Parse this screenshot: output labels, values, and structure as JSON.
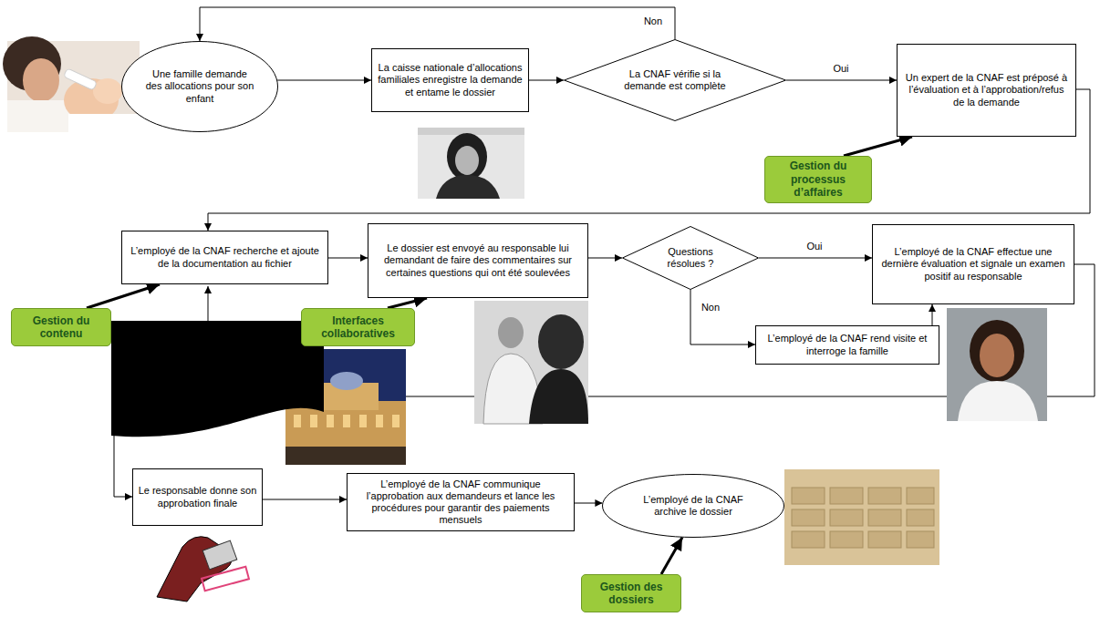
{
  "diagram": {
    "nodes": [
      {
        "text": [
          "Une famille demande des allocations pour son enfant"
        ]
      },
      {
        "text": [
          "La caisse nationale d’allocations familiales enregistre la demande et entame le dossier"
        ]
      },
      {
        "text": [
          "La CNAF vérifie si la demande est complète"
        ]
      },
      {
        "text": [
          "Un expert de la CNAF est préposé à l’évaluation et à l’approbation/refus de la demande"
        ]
      },
      {
        "text": [
          "Gestion du processus d’affaires"
        ]
      },
      {
        "text": [
          "L’employé de la CNAF recherche et ajoute de la documentation au fichier"
        ]
      },
      {
        "text": [
          "Le dossier est envoyé au responsable lui demandant de faire des commentaires sur certaines questions qui ont été soulevées"
        ]
      },
      {
        "text": [
          "Questions résolues ?"
        ]
      },
      {
        "text": [
          "L’employé de la CNAF effectue une dernière évaluation et signale un examen positif au responsable"
        ]
      },
      {
        "text": [
          "Gestion du contenu"
        ]
      },
      {
        "text": [
          "Interfaces collaboratives"
        ]
      },
      {
        "text": [
          "L’employé de la CNAF rend visite et interroge la famille"
        ]
      },
      {
        "text": [
          "Le responsable donne son approbation finale"
        ]
      },
      {
        "text": [
          "L’employé de la CNAF communique l’approbation aux demandeurs et lance les procédures pour garantir des paiements mensuels"
        ]
      },
      {
        "text": [
          "L’employé de la CNAF archive le dossier"
        ]
      },
      {
        "text": [
          "Gestion des dossiers"
        ]
      }
    ],
    "edges": [
      {
        "from": 0,
        "to": 1,
        "arrow": "to"
      },
      {
        "from": 1,
        "to": 2,
        "arrow": "to"
      },
      {
        "from": 2,
        "to": 3,
        "arrow": "to",
        "label": "Oui"
      },
      {
        "from": 2,
        "to": 0,
        "arrow": "to",
        "label": "Non"
      },
      {
        "from": 3,
        "to": 5,
        "arrow": "to"
      },
      {
        "from": 4,
        "to": 3,
        "arrow": "to"
      },
      {
        "from": 5,
        "to": 6,
        "arrow": "to"
      },
      {
        "from": 6,
        "to": 7,
        "arrow": "to"
      },
      {
        "from": 7,
        "to": 8,
        "arrow": "to",
        "label": "Oui"
      },
      {
        "from": 7,
        "to": 11,
        "arrow": "to",
        "label": "Non"
      },
      {
        "from": 11,
        "to": 8,
        "arrow": "to"
      },
      {
        "from": 9,
        "to": 5,
        "arrow": "to"
      },
      {
        "from": 10,
        "to": 6,
        "arrow": "to"
      },
      {
        "from": 8,
        "to": 12,
        "arrow": "to"
      },
      {
        "from": 12,
        "to": 13,
        "arrow": "to"
      },
      {
        "from": 13,
        "to": 14,
        "arrow": "to"
      },
      {
        "from": 15,
        "to": 14,
        "arrow": "to"
      }
    ]
  }
}
